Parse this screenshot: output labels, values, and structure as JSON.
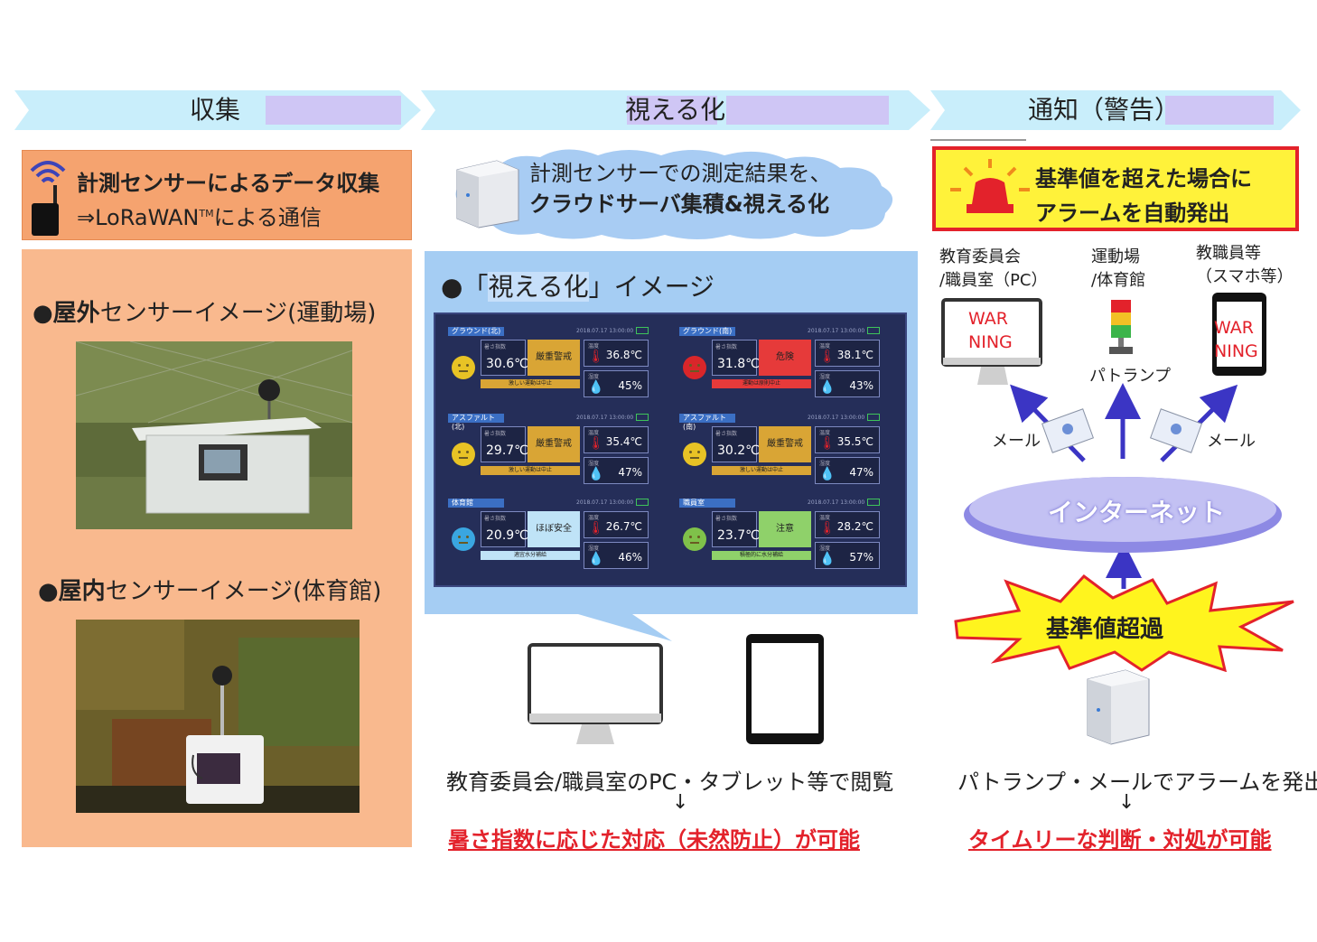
{
  "headers": {
    "collect": "収集",
    "visualize": "視える化",
    "notify": "通知（警告）"
  },
  "collect": {
    "head_line1": "計測センサーによるデータ収集",
    "head_line2": "⇒LoRaWAN",
    "head_tm": "TM",
    "head_line2_suffix": "による通信",
    "outdoor_bold": "●屋外",
    "outdoor_rest": "センサーイメージ(運動場)",
    "indoor_bold": "●屋内",
    "indoor_rest": "センサーイメージ(体育館)",
    "icons": [
      "wifi-icon",
      "sensor-device-icon"
    ]
  },
  "visualize": {
    "cloud_line1": "計測センサーでの測定結果を、",
    "cloud_line2": "クラウドサーバ集積&視える化",
    "image_label_pre": "●「",
    "image_label_key": "視える化",
    "image_label_post": "」イメージ",
    "caption": "教育委員会/職員室のPC・タブレット等で閲覧",
    "arrow": "↓",
    "result": "暑さ指数に応じた対応（未然防止）が可能"
  },
  "dashboard": {
    "cards": [
      {
        "title": "グラウンド(北)",
        "wbgt": "30.6℃",
        "status": "厳重警戒",
        "bar": "激しい運動は中止",
        "temp": "36.8℃",
        "hum": "45%",
        "face": "#e8c325",
        "status_bg": "#d9a535",
        "bar_bg": "#d9a535"
      },
      {
        "title": "グラウンド(南)",
        "wbgt": "31.8℃",
        "status": "危険",
        "bar": "運動は原則中止",
        "temp": "38.1℃",
        "hum": "43%",
        "face": "#d9262a",
        "status_bg": "#e63a3a",
        "bar_bg": "#e63a3a"
      },
      {
        "title": "アスファルト(北)",
        "wbgt": "29.7℃",
        "status": "厳重警戒",
        "bar": "激しい運動は中止",
        "temp": "35.4℃",
        "hum": "47%",
        "face": "#e8c325",
        "status_bg": "#d9a535",
        "bar_bg": "#d9a535"
      },
      {
        "title": "アスファルト(南)",
        "wbgt": "30.2℃",
        "status": "厳重警戒",
        "bar": "激しい運動は中止",
        "temp": "35.5℃",
        "hum": "47%",
        "face": "#e8c325",
        "status_bg": "#d9a535",
        "bar_bg": "#d9a535"
      },
      {
        "title": "体育館",
        "wbgt": "20.9℃",
        "status": "ほぼ安全",
        "bar": "適宜水分補給",
        "temp": "26.7℃",
        "hum": "46%",
        "face": "#3aa6e0",
        "status_bg": "#bfe3f7",
        "bar_bg": "#bfe3f7"
      },
      {
        "title": "職員室",
        "wbgt": "23.7℃",
        "status": "注意",
        "bar": "積極的に水分補給",
        "temp": "28.2℃",
        "hum": "57%",
        "face": "#7fc14a",
        "status_bg": "#8fd16a",
        "bar_bg": "#8fd16a"
      }
    ],
    "wbgt_label": "暑さ指数",
    "temp_label": "温度",
    "hum_label": "湿度",
    "date": "2018.07.17 13:00:00"
  },
  "notify": {
    "alarm_line1": "基準値を超えた場合に",
    "alarm_line2": "アラームを自動発出",
    "board_line1": "教育委員会",
    "board_line2": "/職員室（PC）",
    "field_line1": "運動場",
    "field_line2": "/体育館",
    "staff_line1": "教職員等",
    "staff_line2": "（スマホ等）",
    "warning_pc": "WAR NING",
    "warning_phone": "WAR NING",
    "lamp_label": "パトランプ",
    "mail_left": "メール",
    "mail_right": "メール",
    "internet": "インターネット",
    "exceed": "基準値超過",
    "caption": "パトランプ・メールでアラームを発出",
    "arrow": "↓",
    "result": "タイムリーな判断・対処が可能"
  },
  "colors": {
    "header_arrow": "#c9eefb",
    "header_accent": "#cfc6f5",
    "orange": "#f9b98e",
    "panel_blue": "#a5cdf3",
    "alarm_yellow": "#fff23a",
    "alarm_red": "#e3222b",
    "internet": "#b9b8f0"
  }
}
